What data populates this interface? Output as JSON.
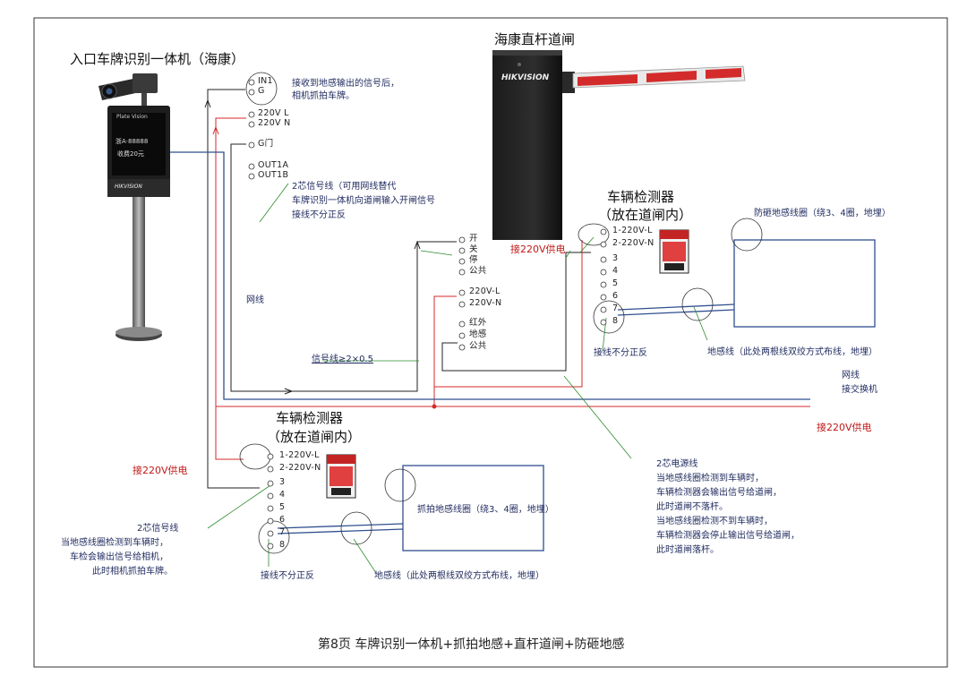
{
  "colors": {
    "red_wire": "#d42a2a",
    "blue_wire": "#2f4f8f",
    "black_wire": "#222222",
    "green_wire": "#2e8b2e",
    "red_text": "#c01818",
    "note_text": "#1f2a5e",
    "barrier_arm_red": "#d32b2b"
  },
  "titles": {
    "lpr_device": "入口车牌识别一体机（海康）",
    "barrier": "海康直杆道闸",
    "detector_top_line1": "车辆检测器",
    "detector_top_line2": "（放在道闸内）",
    "detector_bottom_line1": "车辆检测器",
    "detector_bottom_line2": "（放在道闸内）"
  },
  "lpr_terminals": [
    "IN1",
    "G",
    "220V L",
    "220V N",
    "G门",
    "OUT1A",
    "OUT1B"
  ],
  "lpr_screen": {
    "brand": "Plate Vision",
    "plate": "浙A·88888",
    "fee": "收费20元",
    "logo": "HIKVISION"
  },
  "barrier_logo": "HIKVISION",
  "barrier_terminals": [
    "开",
    "关",
    "停",
    "公共",
    "220V-L",
    "220V-N",
    "红外",
    "地感",
    "公共"
  ],
  "detector_terminals": [
    "1-220V-L",
    "2-220V-N",
    "3",
    "4",
    "5",
    "6",
    "7",
    "8"
  ],
  "notes": {
    "signal_in_line1": "接收到地感输出的信号后，",
    "signal_in_line2": "相机抓拍车牌。",
    "two_core_line1": "2芯信号线（可用网线替代",
    "two_core_line2": "车牌识别一体机向道闸输入开闸信号",
    "two_core_line3": "接线不分正反",
    "network_cable": "网线",
    "signal_wire_spec": "信号线≥2×0.5",
    "loop_top_title": "防砸地感线圈（绕3、4圈，地埋）",
    "loop_top_wire": "地感线（此处两根线双绞方式布线，地埋）",
    "no_polarity_top": "接线不分正反",
    "power_top": "接220V供电",
    "network_switch_line1": "网线",
    "network_switch_line2": "接交换机",
    "power_right": "接220V供电",
    "power_bottom": "接220V供电",
    "loop_bottom_title": "抓拍地感线圈（绕3、4圈，地埋）",
    "loop_bottom_wire": "地感线（此处两根线双绞方式布线，地埋）",
    "no_polarity_bottom": "接线不分正反",
    "signal_bottom_line1": "2芯信号线",
    "signal_bottom_line2": "当地感线圈检测到车辆时，",
    "signal_bottom_line3": "车检会输出信号给相机，",
    "signal_bottom_line4": "此时相机抓拍车牌。",
    "power_two_core_line1": "2芯电源线",
    "power_two_core_line2": "当地感线圈检测到车辆时，",
    "power_two_core_line3": "车辆检测器会输出信号给道闸，",
    "power_two_core_line4": "此时道闸不落杆。",
    "power_two_core_line5": "当地感线圈检测不到车辆时，",
    "power_two_core_line6": "车辆检测器会停止输出信号给道闸，",
    "power_two_core_line7": "此时道闸落杆。"
  },
  "footer": "第8页  车牌识别一体机+抓拍地感+直杆道闸+防砸地感"
}
